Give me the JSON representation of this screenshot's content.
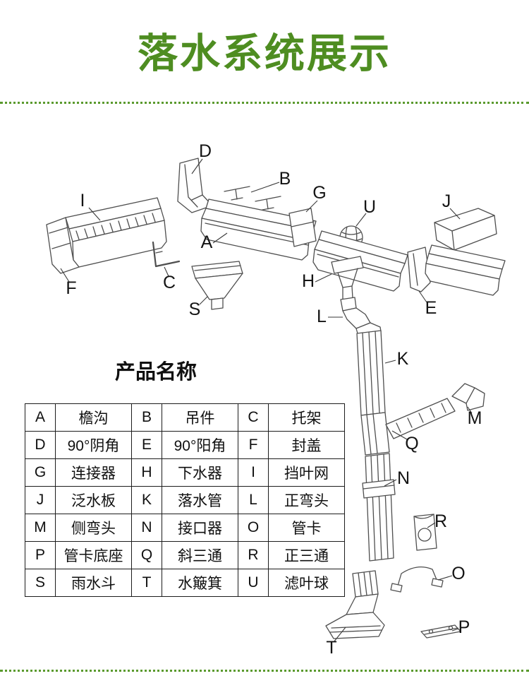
{
  "page": {
    "title": "落水系统展示"
  },
  "colors": {
    "accent_green": "#4e8d21",
    "line_art": "#4f4f4f",
    "text": "#101010"
  },
  "diagram": {
    "labels": {
      "A": "A",
      "B": "B",
      "C": "C",
      "D": "D",
      "E": "E",
      "F": "F",
      "G": "G",
      "H": "H",
      "I": "I",
      "J": "J",
      "K": "K",
      "L": "L",
      "M": "M",
      "N": "N",
      "O": "O",
      "P": "P",
      "Q": "Q",
      "R": "R",
      "S": "S",
      "T": "T",
      "U": "U"
    }
  },
  "products": {
    "heading": "产品名称",
    "rows": [
      [
        "A",
        "檐沟",
        "B",
        "吊件",
        "C",
        "托架"
      ],
      [
        "D",
        "90°阴角",
        "E",
        "90°阳角",
        "F",
        "封盖"
      ],
      [
        "G",
        "连接器",
        "H",
        "下水器",
        "I",
        "挡叶网"
      ],
      [
        "J",
        "泛水板",
        "K",
        "落水管",
        "L",
        "正弯头"
      ],
      [
        "M",
        "侧弯头",
        "N",
        "接口器",
        "O",
        "管卡"
      ],
      [
        "P",
        "管卡底座",
        "Q",
        "斜三通",
        "R",
        "正三通"
      ],
      [
        "S",
        "雨水斗",
        "T",
        "水簸箕",
        "U",
        "滤叶球"
      ]
    ]
  }
}
